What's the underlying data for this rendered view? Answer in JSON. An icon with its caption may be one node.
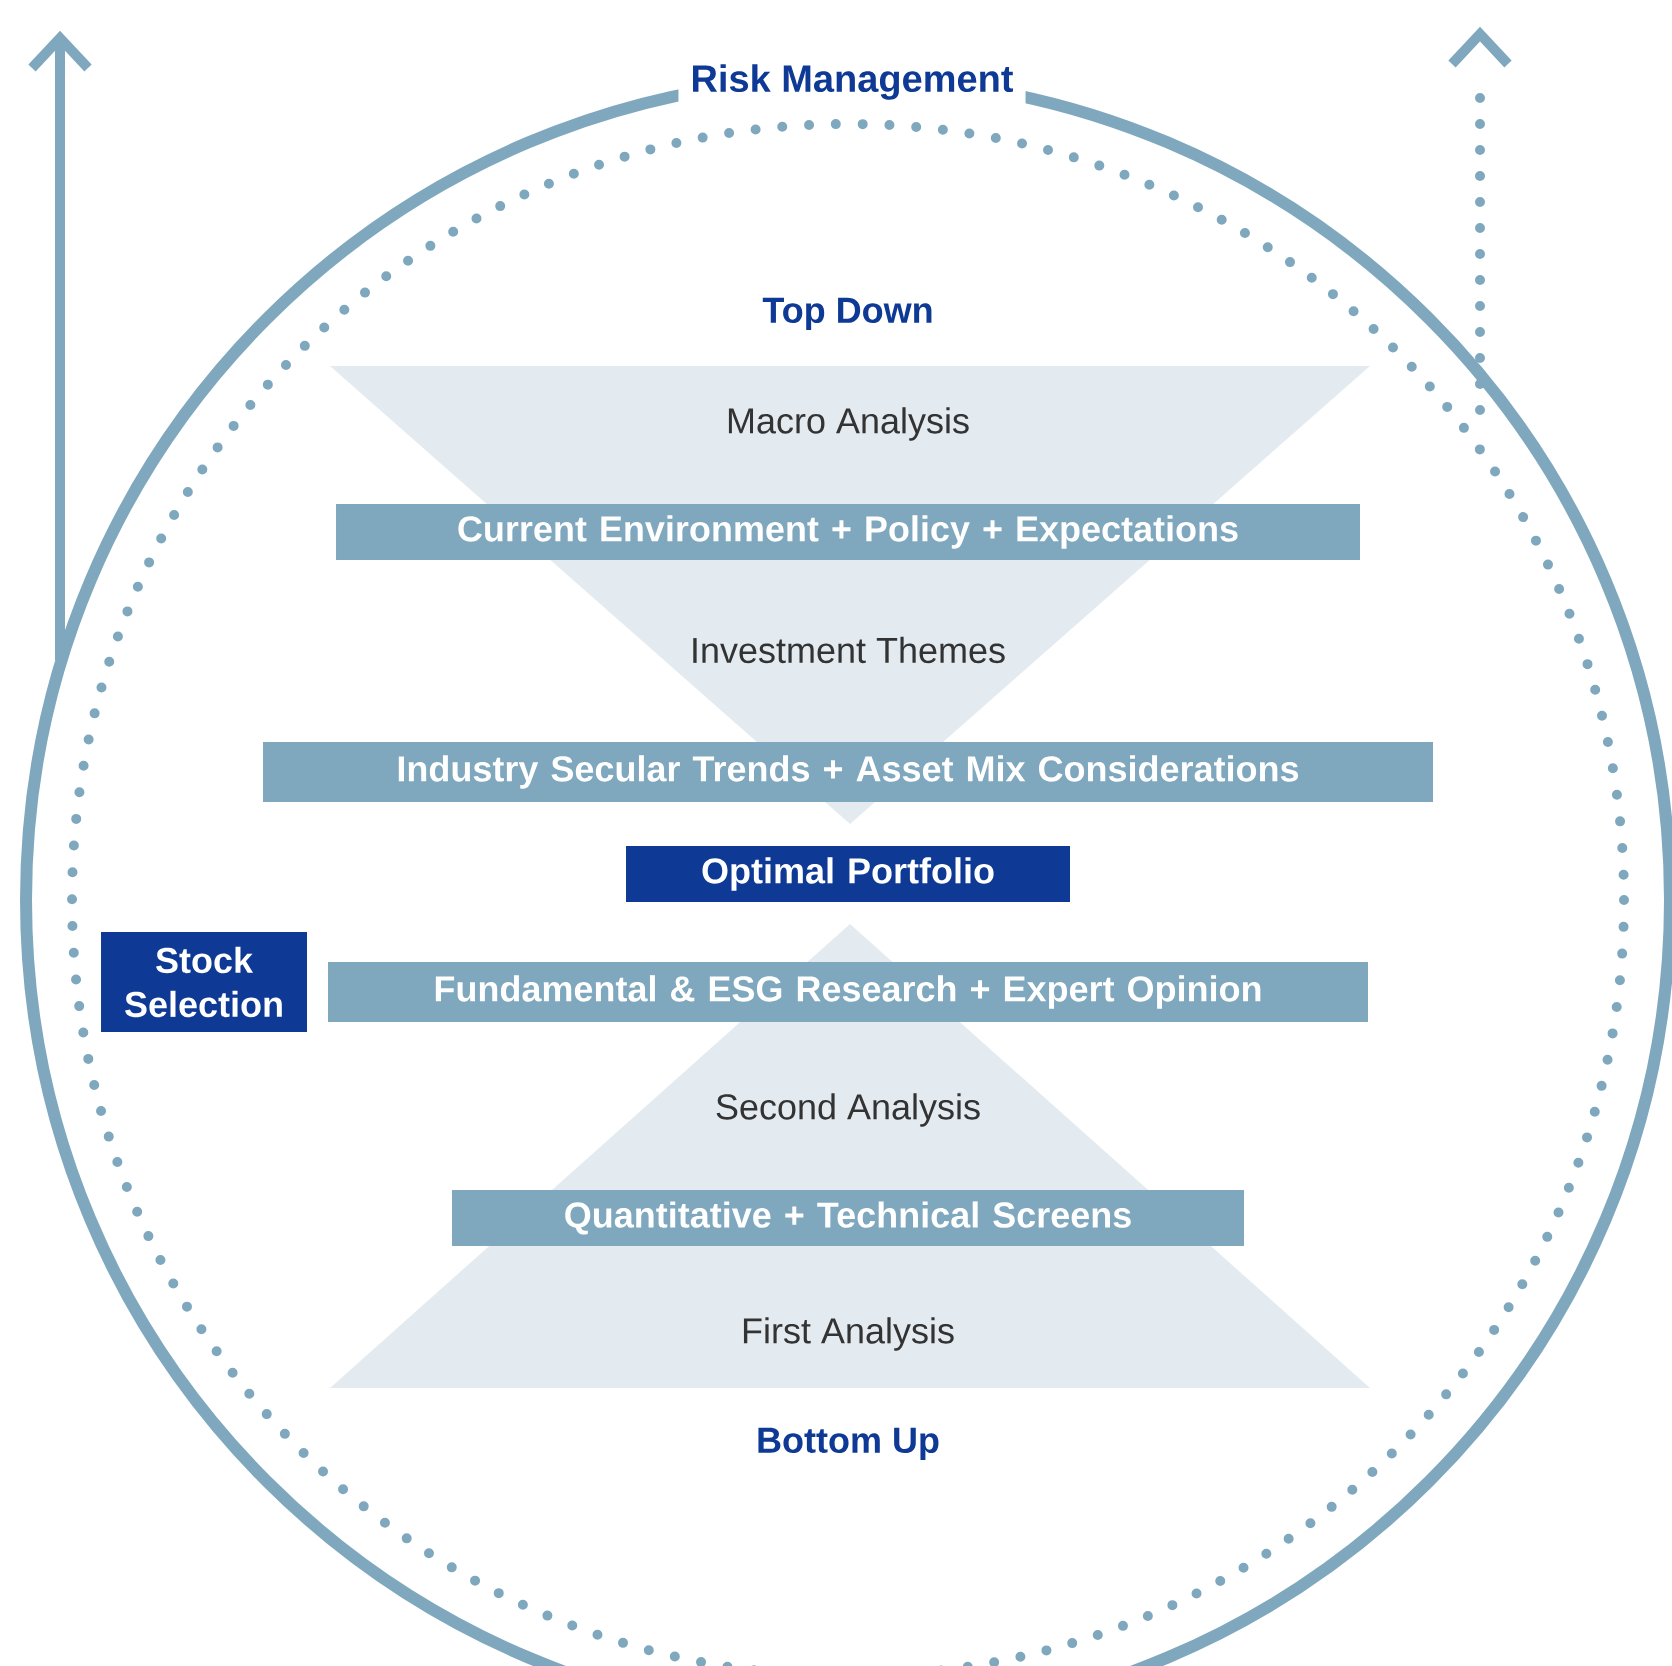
{
  "diagram": {
    "nodes": [
      {
        "text": [
          "Risk Management"
        ]
      },
      {
        "text": [
          "Top Down",
          "Macro Analysis",
          "Investment Themes"
        ],
        "in": 0
      },
      {
        "text": [
          "Current Environment + Policy + Expectations"
        ],
        "in": 1
      },
      {
        "text": [
          "Industry Secular Trends + Asset Mix Considerations"
        ],
        "in": 0
      },
      {
        "text": [
          "Optimal Portfolio"
        ],
        "in": 0
      },
      {
        "text": [
          "Stock Selection"
        ],
        "in": 0
      },
      {
        "text": [
          "Fundamental & ESG Research + Expert Opinion"
        ],
        "in": 7
      },
      {
        "text": [
          "Second Analysis",
          "First Analysis",
          "Bottom Up"
        ],
        "in": 0
      },
      {
        "text": [
          "Quantitative + Technical Screens"
        ],
        "in": 7
      }
    ]
  }
}
